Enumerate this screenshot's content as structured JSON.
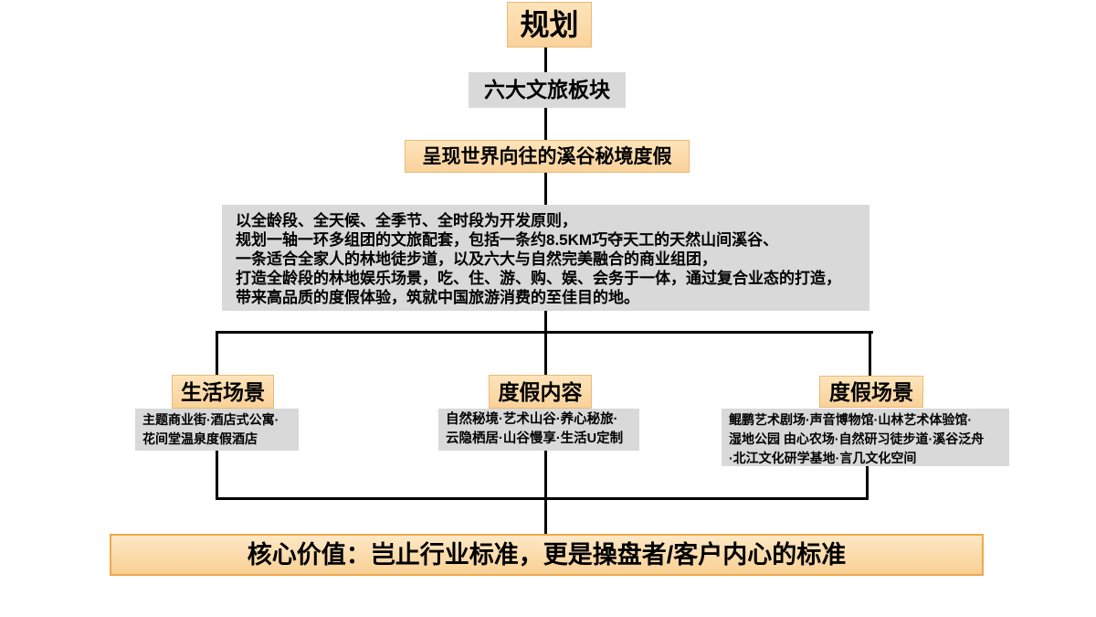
{
  "diagram": {
    "root": {
      "label": "规划"
    },
    "level2": {
      "label": "六大文旅板块"
    },
    "level3": {
      "label": "呈现世界向往的溪谷秘境度假"
    },
    "description": {
      "lines": [
        "以全龄段、全天候、全季节、全时段为开发原则，",
        "规划一轴一环多组团的文旅配套，包括一条约8.5KM巧夺天工的天然山间溪谷、",
        "一条适合全家人的林地徒步道，以及六大与自然完美融合的商业组团，",
        "打造全龄段的林地娱乐场景，吃、住、游、购、娱、会务于一体，通过复合业态的打造，",
        "带来高品质的度假体验，筑就中国旅游消费的至佳目的地。"
      ]
    },
    "branches": [
      {
        "title": "生活场景",
        "detail_lines": [
          "主题商业街·酒店式公寓·",
          "花间堂温泉度假酒店"
        ]
      },
      {
        "title": "度假内容",
        "detail_lines": [
          "自然秘境·艺术山谷·养心秘旅·",
          "云隐栖居·山谷慢享·生活U定制"
        ]
      },
      {
        "title": "度假场景",
        "detail_lines": [
          "鲲鹏艺术剧场·声音博物馆·山林艺术体验馆·",
          "湿地公园 由心农场·自然研习徒步道·溪谷泛舟",
          "·北江文化研学基地·言几文化空间"
        ]
      }
    ],
    "footer": {
      "label": "核心价值：岂止行业标准，更是操盘者/客户内心的标准"
    }
  },
  "colors": {
    "orange_fill": "#fad29a",
    "orange_fill_light": "#fde4ba",
    "orange_border": "#eaba78",
    "gray_fill": "#d9d9d9",
    "line_color": "#000000",
    "footer_fill": "#f9d093",
    "footer_fill_light": "#fde8c6",
    "footer_border": "#eda94d"
  }
}
